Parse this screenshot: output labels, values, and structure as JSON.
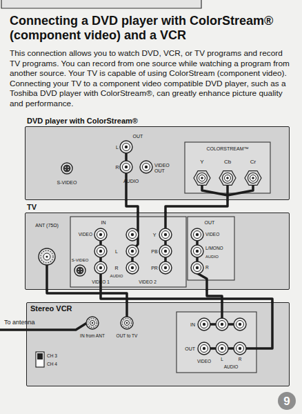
{
  "diagram": {
    "title": "Connecting a DVD player with ColorStream® (component video) and a VCR",
    "nodes": [
      {
        "text": [
          "DVD player with ColorStream®"
        ]
      },
      {
        "text": [
          "TV"
        ]
      },
      {
        "text": [
          "Stereo VCR"
        ]
      },
      {
        "text": [
          "9"
        ]
      }
    ],
    "edges": [
      {
        "from": 0,
        "to": 1,
        "arrow": "none"
      },
      {
        "from": 0,
        "to": 1,
        "arrow": "none"
      },
      {
        "from": 2,
        "to": 1,
        "arrow": "none"
      },
      {
        "from": 2,
        "to": 1,
        "arrow": "none"
      },
      {
        "from": 1,
        "to": 2,
        "arrow": "none"
      }
    ],
    "labels": [
      "This connection allows you to watch DVD, VCR, or TV programs and record TV programs. You can record from one source while watching a program from another source. Your TV is capable of using ColorStream (component video). Connecting your TV to a component video compatible DVD player, such as a Toshiba DVD player with ColorStream®, can greatly enhance picture quality and performance.",
      "OUT",
      "L",
      "R",
      "AUDIO",
      "VIDEO OUT",
      "S-VIDEO",
      "COLORSTREAM™",
      "Y",
      "Cb",
      "Cr",
      "ANT (75Ω)",
      "IN",
      "VIDEO",
      "S-VIDEO",
      "L",
      "R",
      "AUDIO",
      "VIDEO 1",
      "Y",
      "PB",
      "PR",
      "VIDEO 2",
      "OUT",
      "VIDEO",
      "L/MONO",
      "AUDIO",
      "R",
      "IN from ANT",
      "OUT to TV",
      "CH 3",
      "CH 4",
      "IN",
      "OUT",
      "VIDEO",
      "L",
      "AUDIO",
      "R",
      "To antenna"
    ]
  }
}
